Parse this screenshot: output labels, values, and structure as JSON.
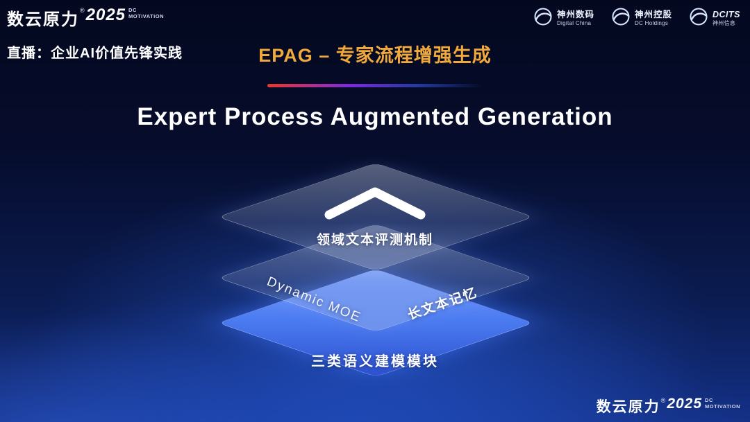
{
  "brand": {
    "name": "数云原力",
    "reg": "®",
    "year": "2025",
    "tag_line1": "DC",
    "tag_line2": "MOTIVATION"
  },
  "header": {
    "live_label": "直播：企业AI价值先锋实践",
    "title": "EPAG – 专家流程增强生成",
    "subtitle": "Expert Process Augmented Generation",
    "partner_logos": [
      {
        "cn": "神州数码",
        "en": "Digital China"
      },
      {
        "cn": "神州控股",
        "en": "DC Holdings"
      },
      {
        "cn": "DCITS",
        "en": "神州信息"
      }
    ]
  },
  "diagram": {
    "top_layer_label": "领域文本评测机制",
    "middle_layer_label_left": "Dynamic MOE",
    "middle_layer_label_right": "长文本记忆",
    "bottom_layer_label": "三类语义建模模块"
  },
  "colors": {
    "title_gold": "#f2a93b",
    "accent_red": "#e8392e",
    "layer_blue": "#4d7df2"
  }
}
